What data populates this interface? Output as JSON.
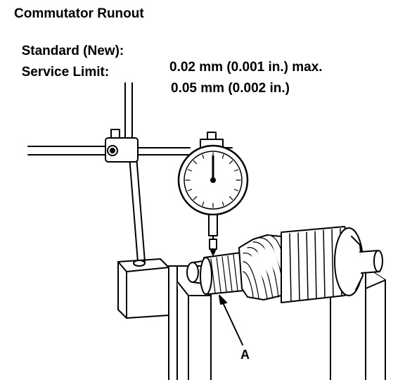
{
  "title": "Commutator Runout",
  "specs": [
    {
      "label": "Standard (New):",
      "value": "0.02 mm (0.001 in.) max."
    },
    {
      "label": "Service Limit:",
      "value": "0.05 mm (0.002 in.)"
    }
  ],
  "callout": "A",
  "colors": {
    "ink": "#000000",
    "paper": "#ffffff"
  }
}
